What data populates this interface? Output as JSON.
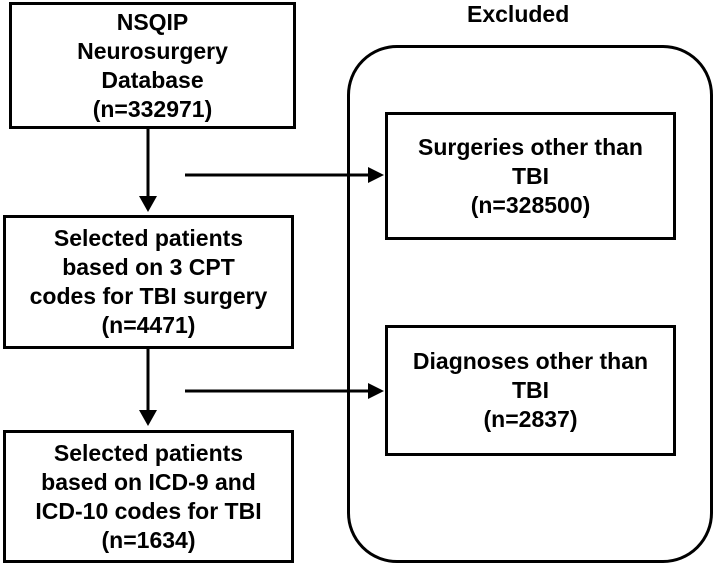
{
  "excluded_title": "Excluded",
  "boxes": {
    "database": [
      "NSQIP",
      "Neurosurgery",
      "Database",
      "(n=332971)"
    ],
    "cpt_selection": [
      "Selected patients",
      "based on 3 CPT",
      "codes for TBI surgery",
      "(n=4471)"
    ],
    "icd_selection": [
      "Selected patients",
      "based on ICD-9 and",
      "ICD-10 codes for TBI",
      "(n=1634)"
    ],
    "excluded_surgeries": [
      "Surgeries other than",
      "TBI",
      "(n=328500)"
    ],
    "excluded_diagnoses": [
      "Diagnoses other than",
      "TBI",
      "(n=2837)"
    ]
  }
}
